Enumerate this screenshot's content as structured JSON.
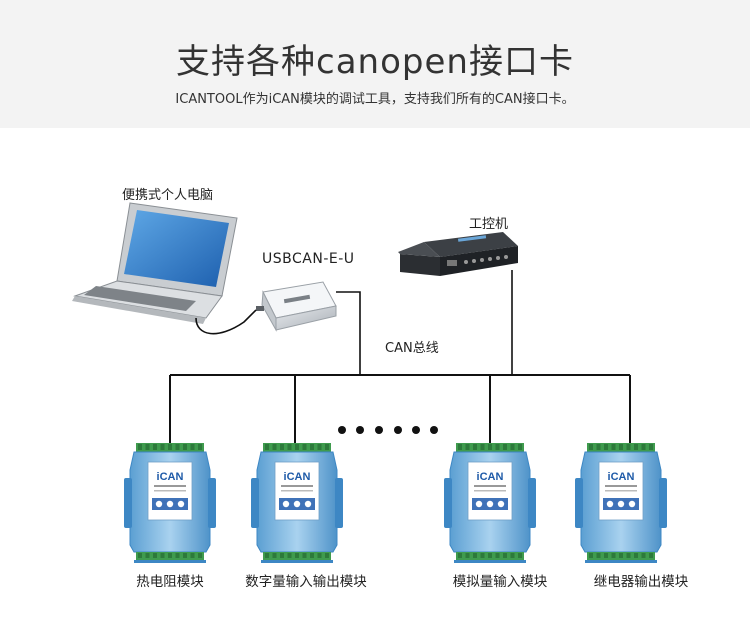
{
  "header": {
    "title": "支持各种canopen接口卡",
    "subtitle": "ICANTOOL作为iCAN模块的调试工具，支持我们所有的CAN接口卡。"
  },
  "labels": {
    "laptop": "便携式个人电脑",
    "usbcan": "USBCAN-E-U",
    "ipc": "工控机",
    "bus": "CAN总线"
  },
  "modules": [
    {
      "label": "热电阻模块",
      "brand": "iCAN"
    },
    {
      "label": "数字量输入输出模块",
      "brand": "iCAN"
    },
    {
      "label": "模拟量输入模块",
      "brand": "iCAN"
    },
    {
      "label": "继电器输出模块",
      "brand": "iCAN"
    }
  ],
  "colors": {
    "module_body": "#7fb7de",
    "module_dark": "#3d87c4",
    "terminal_green": "#3f9b4e",
    "line": "#111111"
  }
}
